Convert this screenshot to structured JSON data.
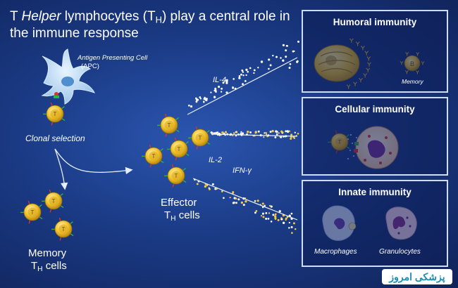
{
  "title": {
    "line1_pre": "T ",
    "line1_italic": "Helper",
    "line1_mid": " lymphocytes (T",
    "line1_sub": "H",
    "line1_post": ") play a central role in",
    "line2": "the immune response"
  },
  "apc": {
    "label": "Antigen Presenting Cell",
    "abbr": "(APC)"
  },
  "clonal_selection": "Clonal selection",
  "cytokines": {
    "il4": "IL-4",
    "il2": "IL-2",
    "ifn": "IFN-γ"
  },
  "effector": {
    "line1": "Effector",
    "line2_pre": "T",
    "line2_sub": "H",
    "line2_post": " cells"
  },
  "memory": {
    "line1": "Memory",
    "line2_pre": "T",
    "line2_sub": "H",
    "line2_post": " cells"
  },
  "cell_marks": {
    "th": "T",
    "b": "B"
  },
  "panels": {
    "humoral": {
      "title": "Humoral immunity",
      "memory_label": "Memory"
    },
    "cellular": {
      "title": "Cellular immunity"
    },
    "innate": {
      "title": "Innate immunity",
      "macrophages": "Macrophages",
      "granulocytes": "Granulocytes"
    }
  },
  "logo": "پزشکی امروز",
  "colors": {
    "background": "#1b3b86",
    "cell_yellow": "#f2c531",
    "panel_border": "#cfdcf5",
    "receptor_red": "#d8342c",
    "receptor_green": "#2fb04a",
    "dot_yellow": "#f5c842",
    "dot_white": "#ffffff"
  }
}
